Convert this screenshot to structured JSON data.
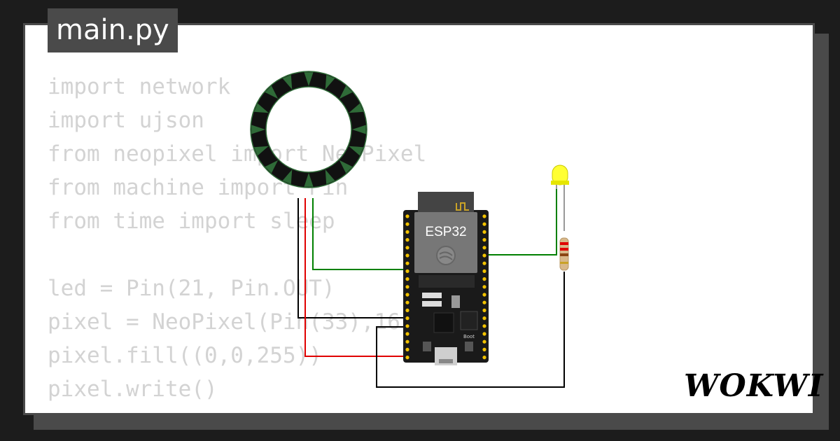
{
  "file_tab": {
    "label": "main.py"
  },
  "code_lines": [
    "import network",
    "import ujson",
    "from neopixel import NeoPixel",
    "from machine import Pin",
    "from time import sleep",
    "",
    "led = Pin(21, Pin.OUT)",
    "pixel = NeoPixel(Pin(33),16)",
    "pixel.fill((0,0,255))",
    "pixel.write()"
  ],
  "board": {
    "label": "ESP32",
    "boot_label": "Boot"
  },
  "brand": {
    "logo_text": "WOKWI"
  },
  "colors": {
    "background": "#1c1c1c",
    "card": "#ffffff",
    "frame": "#4a4a4a",
    "code_text": "#d3d3d3",
    "wire_green": "#008000",
    "wire_red": "#e00000",
    "wire_black": "#000000",
    "led_yellow": "#ffff33",
    "neopixel_green": "#2f6b38"
  },
  "icons": {
    "ring": "neopixel-ring-icon",
    "led": "led-icon",
    "resistor": "resistor-icon",
    "board": "esp32-board-icon",
    "logo": "wokwi-logo"
  }
}
